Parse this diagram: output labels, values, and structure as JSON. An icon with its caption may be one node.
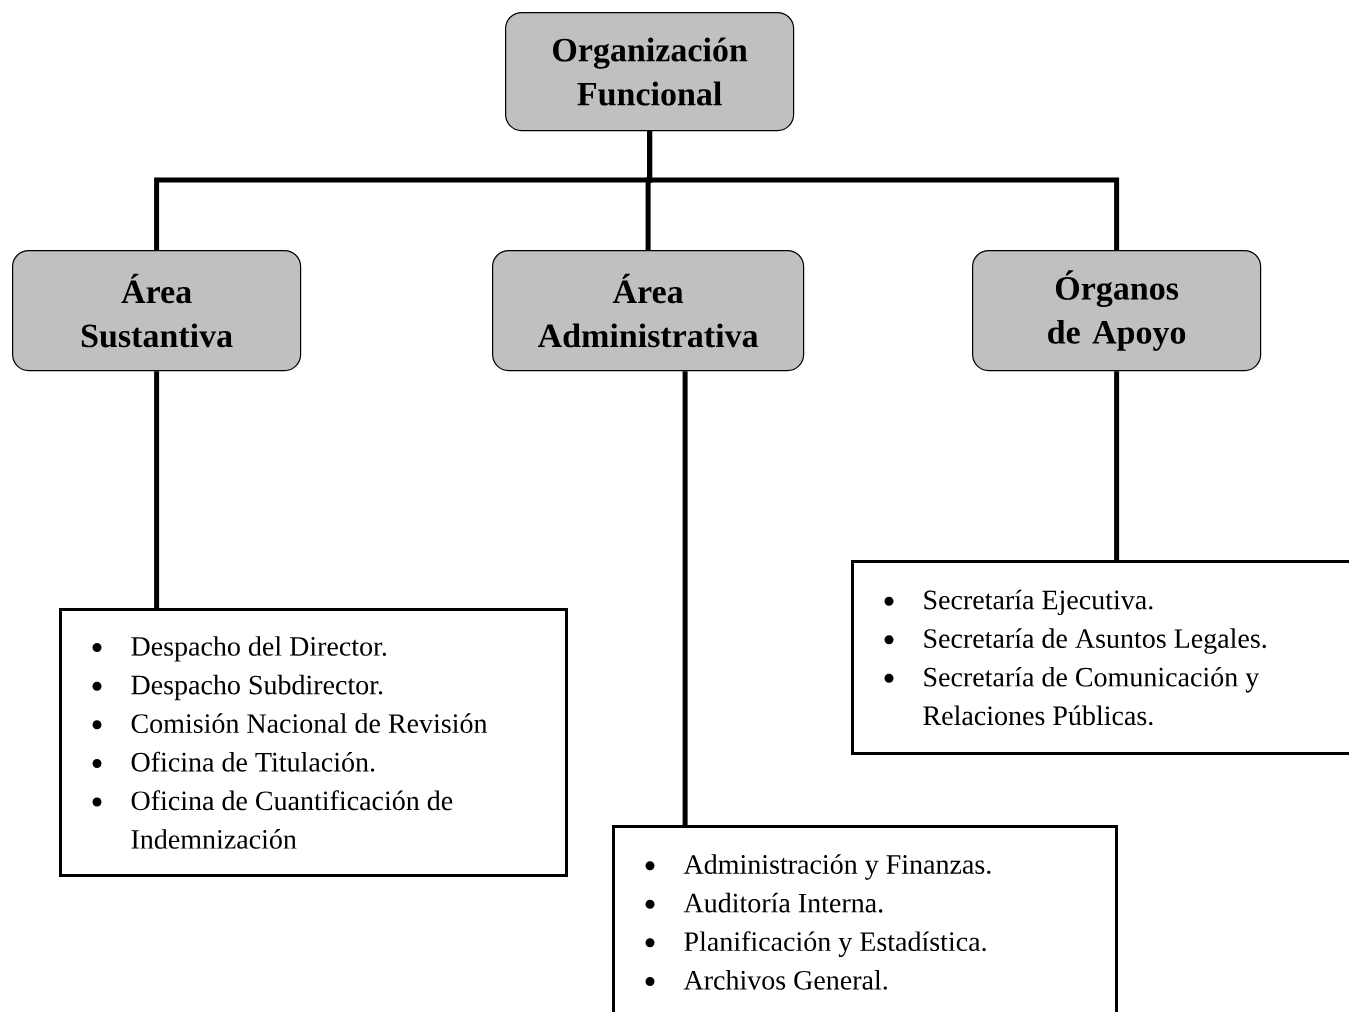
{
  "diagram": {
    "nodes": [
      {
        "text": [
          "Organización Funcional"
        ]
      },
      {
        "text": [
          "Área Sustantiva"
        ]
      },
      {
        "text": [
          "Área Administrativa"
        ]
      },
      {
        "text": [
          "Órganos de Apoyo"
        ]
      },
      {
        "text": [
          "Secretaría Ejecutiva.",
          "Secretaría de Asuntos Legales.",
          "Secretaría de Comunicación y Relaciones Públicas."
        ]
      },
      {
        "text": [
          "Despacho del Director.",
          "Despacho Subdirector.",
          "Comisión Nacional de Revisión",
          "Oficina de Titulación.",
          "Oficina de Cuantificación de Indemnización"
        ]
      },
      {
        "text": [
          "Administración y Finanzas.",
          "Auditoría Interna.",
          "Planificación y Estadística.",
          "Archivos General."
        ]
      }
    ],
    "edges": [
      {
        "from": 0,
        "to": 1,
        "arrow": "none"
      },
      {
        "from": 0,
        "to": 2,
        "arrow": "none"
      },
      {
        "from": 0,
        "to": 3,
        "arrow": "none"
      },
      {
        "from": 1,
        "to": 5,
        "arrow": "none"
      },
      {
        "from": 2,
        "to": 6,
        "arrow": "none"
      },
      {
        "from": 3,
        "to": 4,
        "arrow": "none"
      }
    ]
  }
}
